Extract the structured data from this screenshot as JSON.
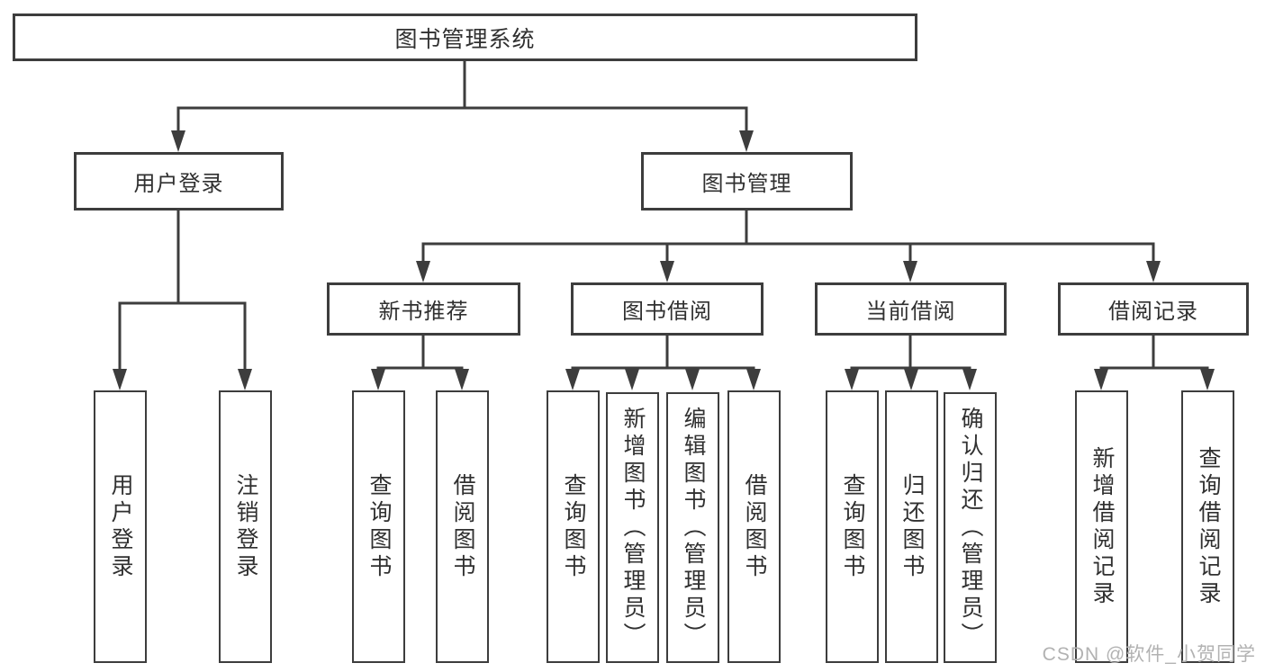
{
  "diagram": {
    "root": "图书管理系统",
    "level2": {
      "user_login": {
        "label": "用户登录",
        "children": {
          "login": "用户登录",
          "logout": "注销登录"
        }
      },
      "book_mgmt": {
        "label": "图书管理"
      }
    },
    "level3": {
      "new_books": {
        "label": "新书推荐",
        "children": {
          "query": "查询图书",
          "borrow": "借阅图书"
        }
      },
      "book_borrow": {
        "label": "图书借阅",
        "children": {
          "query": "查询图书",
          "add": "新增图书（管理员）",
          "edit": "编辑图书（管理员）",
          "borrow": "借阅图书"
        }
      },
      "current_borrow": {
        "label": "当前借阅",
        "children": {
          "query": "查询图书",
          "return": "归还图书",
          "confirm": "确认归还（管理员）"
        }
      },
      "borrow_records": {
        "label": "借阅记录",
        "children": {
          "add": "新增借阅记录",
          "query": "查询借阅记录"
        }
      }
    }
  },
  "watermark": "CSDN @软件_小贺同学",
  "colors": {
    "line": "#3d3d3d",
    "text": "#303030",
    "box_background": "#ffffff",
    "background": "#ffffff",
    "watermark": "#b2b2b2"
  }
}
